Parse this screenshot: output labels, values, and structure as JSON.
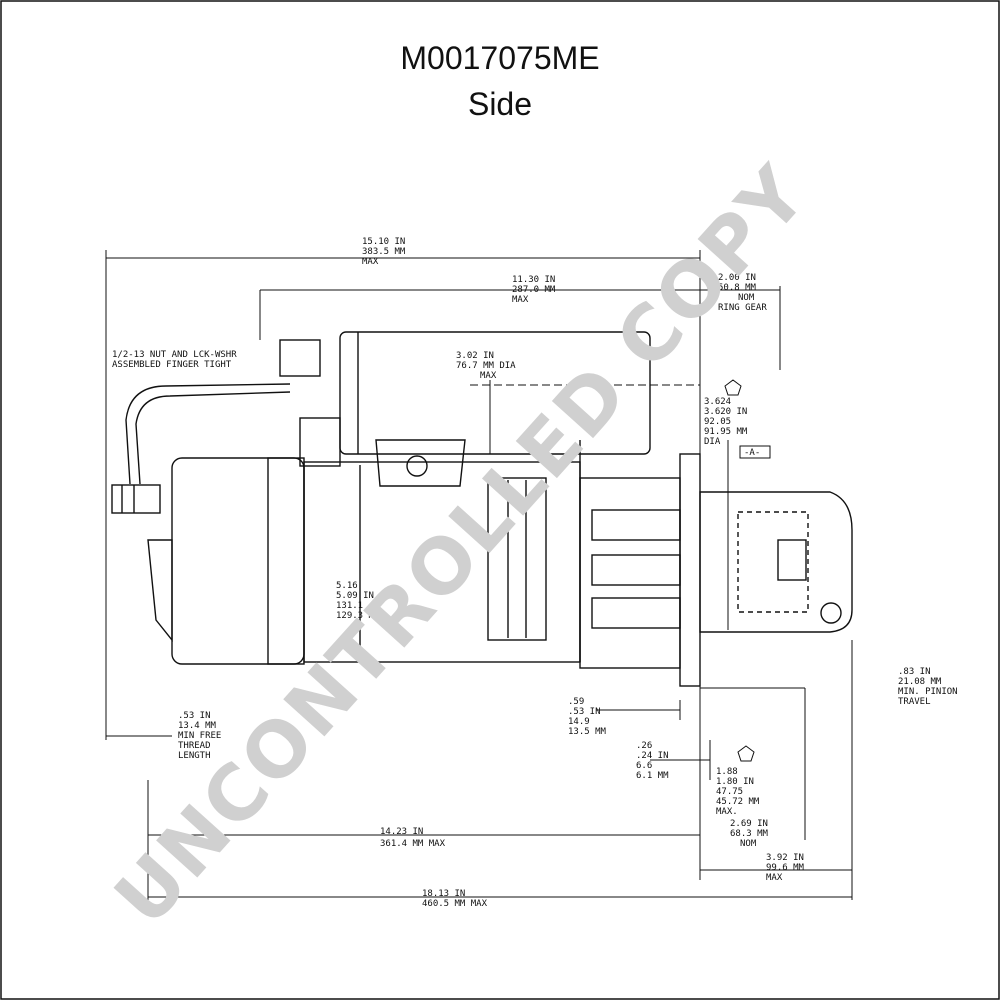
{
  "title": "M0017075ME",
  "subtitle": "Side",
  "watermark": "UNCONTROLLED COPY",
  "annotations": {
    "nut_note": [
      "1/2-13 NUT AND LCK-WSHR",
      "ASSEMBLED FINGER TIGHT"
    ],
    "overall_top": [
      "15.10 IN",
      "383.5 MM",
      "MAX"
    ],
    "solenoid_len": [
      "11.30 IN",
      "287.0 MM",
      "MAX"
    ],
    "ring_gear": [
      "2.00 IN",
      "50.8 MM",
      "NOM",
      "RING GEAR"
    ],
    "solenoid_dia": [
      "3.02 IN",
      "76.7 MM DIA",
      "MAX"
    ],
    "pilot_dia": [
      "3.624",
      "3.620 IN",
      "92.05",
      "91.95 MM",
      "DIA"
    ],
    "datum": "-A-",
    "body_dia": [
      "5.16",
      "5.09 IN",
      "131.1",
      "129.3 MM"
    ],
    "thread_len": [
      ".53 IN",
      "13.4 MM",
      "MIN FREE",
      "THREAD",
      "LENGTH"
    ],
    "pinion_travel": [
      ".83 IN",
      "21.08 MM",
      "MIN. PINION",
      "TRAVEL"
    ],
    "flange_thk": [
      ".59",
      ".53 IN",
      "14.9",
      "13.5 MM"
    ],
    "flange_gap": [
      ".26",
      ".24 IN",
      "6.6",
      "6.1 MM"
    ],
    "pinion_pos": [
      "1.88",
      "1.80 IN",
      "47.75",
      "45.72 MM",
      "MAX."
    ],
    "nose_len": [
      "2.69 IN",
      "68.3 MM",
      "NOM"
    ],
    "nose_max": [
      "3.92 IN",
      "99.6 MM",
      "MAX"
    ],
    "mount_len": [
      "14.23 IN",
      "361.4 MM MAX"
    ],
    "overall_bottom": [
      "18.13 IN",
      "460.5 MM MAX"
    ]
  },
  "colors": {
    "line": "#111111",
    "watermark": "#d0d0d0"
  }
}
